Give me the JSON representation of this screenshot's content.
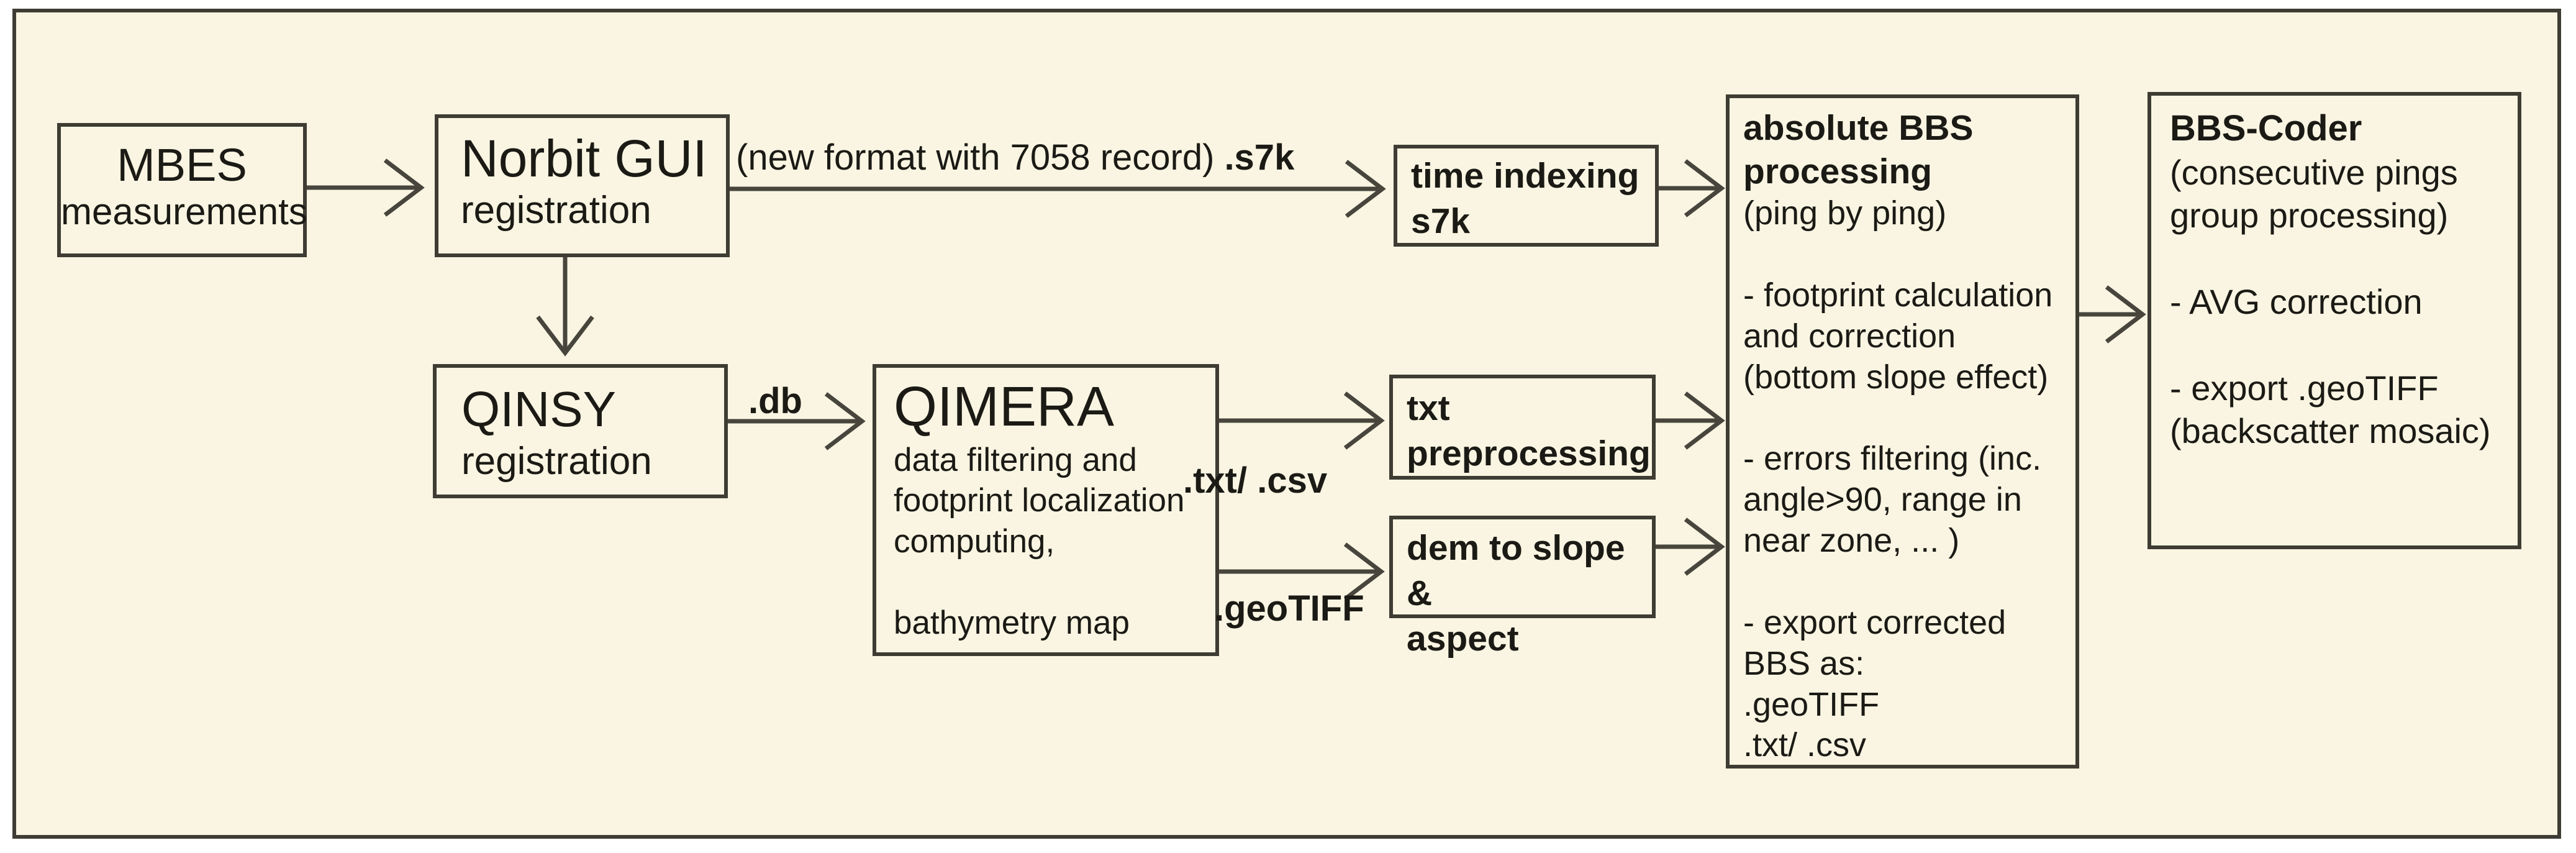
{
  "diagram": {
    "boxes": {
      "mbes": {
        "title": "MBES",
        "subtitle": "measurements"
      },
      "norbit_gui": {
        "title": "Norbit GUI",
        "subtitle": "registration"
      },
      "qinsy": {
        "title": "QINSY",
        "subtitle": "registration"
      },
      "qimera": {
        "title": "QIMERA",
        "body": "data filtering and\nfootprint localization\ncomputing,\n\nbathymetry map"
      },
      "time_indexing": {
        "label": "time indexing\ns7k"
      },
      "txt_preprocessing": {
        "label": "txt\npreprocessing"
      },
      "dem_to_slope_aspect": {
        "label": "dem to slope &\naspect"
      },
      "absolute_bbs": {
        "title": "absolute BBS\nprocessing",
        "body": "(ping by ping)\n\n- footprint calculation\nand correction\n(bottom slope effect)\n\n- errors filtering (inc.\nangle>90, range in\nnear zone, ... )\n\n- export corrected\nBBS as:\n.geoTIFF\n.txt/ .csv"
      },
      "bbs_coder": {
        "title": "BBS-Coder",
        "body": "(consecutive pings\ngroup processing)\n\n- AVG correction\n\n- export .geoTIFF\n(backscatter mosaic)"
      }
    },
    "edge_labels": {
      "s7k_note": "(new format with 7058 record)",
      "s7k_ext": ".s7k",
      "db_ext": ".db",
      "txt_csv_ext": ".txt/ .csv",
      "geotiff_ext": ".geoTIFF"
    },
    "colors": {
      "canvas_bg": "#ffffff",
      "frame_bg": "#f9f5e2",
      "stroke": "#3e3c33",
      "text": "#1b1a15"
    }
  }
}
